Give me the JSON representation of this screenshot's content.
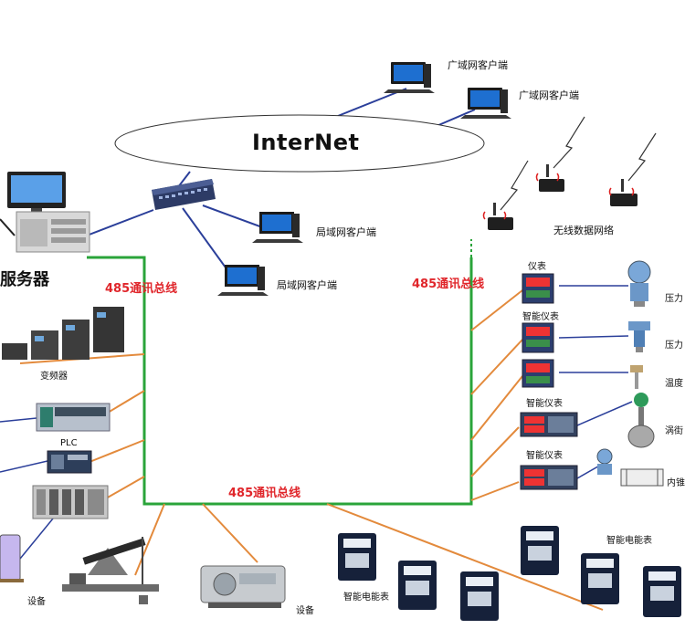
{
  "internet_label": "InterNet",
  "server_label": "服务器",
  "wan_client_1": "广域网客户端",
  "wan_client_2": "广域网客户端",
  "lan_client_1": "局域网客户端",
  "lan_client_2": "局域网客户端",
  "wireless_label": "无线数据网络",
  "bus_left": "485通讯总线",
  "bus_right": "485通讯总线",
  "bus_bottom": "485通讯总线",
  "vfd_label": "变频器",
  "plc_label": "PLC",
  "device_left_label": "设备",
  "device_bottom_label": "设备",
  "meter_label_left": "智能电能表",
  "meter_label_right": "智能电能表",
  "instrument_1": "仪表",
  "instrument_2": "智能仪表",
  "instrument_4": "智能仪表",
  "instrument_5": "智能仪表",
  "sensor_1": "压力",
  "sensor_2": "压力",
  "sensor_3": "温度",
  "sensor_4": "涡街",
  "sensor_5": "内锥",
  "colors": {
    "bus_green": "#2aa43a",
    "bus_label_red": "#e0262b",
    "link_orange": "#e38a3c",
    "link_blue": "#2b3f9a"
  }
}
